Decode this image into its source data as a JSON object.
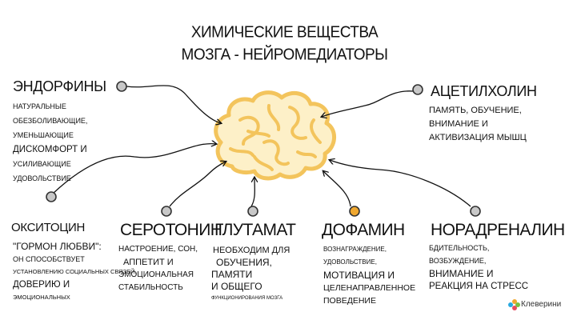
{
  "title": {
    "line1": "ХИМИЧЕСКИЕ ВЕЩЕСТВА",
    "line2": "МОЗГА - НЕЙРОМЕДИАТОРЫ"
  },
  "colors": {
    "brain_fill": "#fdf0c8",
    "brain_stroke": "#f3c45c",
    "dot_gray": "#c8c8c8",
    "dot_orange": "#f0a830",
    "logo_accent": "#2aa9e0"
  },
  "endorphins": {
    "name": "ЭНДОРФИНЫ",
    "lines": [
      "НАТУРАЛЬНЫЕ",
      "ОБЕЗБОЛИВАЮЩИЕ,",
      "УМЕНЬШАЮЩИЕ",
      "ДИСКОМФОРТ И",
      "УСИЛИВАЮЩИЕ",
      "УДОВОЛЬСТВИЕ"
    ]
  },
  "acetylcholine": {
    "name": "АЦЕТИЛХОЛИН",
    "lines": [
      "ПАМЯТЬ, ОБУЧЕНИЕ,",
      "ВНИМАНИЕ И",
      "АКТИВИЗАЦИЯ МЫШЦ"
    ]
  },
  "oxytocin": {
    "name": "ОКСИТОЦИН",
    "lines": [
      "\"ГОРМОН ЛЮБВИ\":",
      "ОН СПОСОБСТВУЕТ",
      "УСТАНОВЛЕНИЮ СОЦИАЛЬНЫХ СВЯЗЕЙ,",
      "ДОВЕРИЮ И",
      "ЭМОЦИОНАЛЬНЫХ"
    ]
  },
  "serotonin": {
    "name": "СЕРОТОНИН",
    "lines": [
      "НАСТРОЕНИЕ, СОН,",
      "АППЕТИТ И",
      "ЭМОЦИОНАЛЬНАЯ",
      "СТАБИЛЬНОСТЬ"
    ]
  },
  "glutamate": {
    "name": "ГЛУТАМАТ",
    "lines": [
      "НЕОБХОДИМ ДЛЯ",
      "ОБУЧЕНИЯ,",
      "ПАМЯТИ",
      "И ОБЩЕГО",
      "ФУНКЦИОНИРОВАНИЯ МОЗГА"
    ]
  },
  "dopamine": {
    "name": "ДОФАМИН",
    "lines": [
      "ВОЗНАГРАЖДЕНИЕ,",
      "УДОВОЛЬСТВИЕ,",
      "МОТИВАЦИЯ И",
      "ЦЕЛЕНАПРАВЛЕННОЕ",
      "ПОВЕДЕНИЕ"
    ]
  },
  "noradrenaline": {
    "name": "НОРАДРЕНАЛИН",
    "lines": [
      "БДИТЕЛЬНОСТЬ,",
      "ВОЗБУЖДЕНИЕ,",
      "ВНИМАНИЕ И",
      "РЕАКЦИЯ НА СТРЕСС"
    ]
  },
  "logo": {
    "text": "Клеверини",
    "icon": "clover-logo-icon"
  }
}
